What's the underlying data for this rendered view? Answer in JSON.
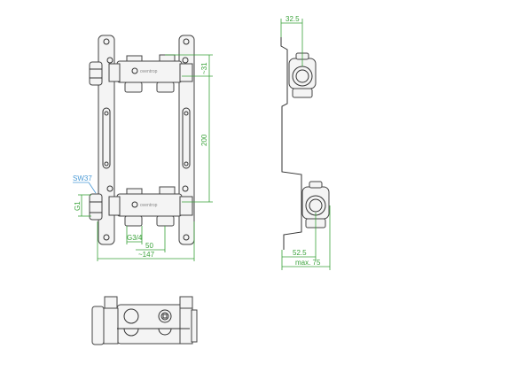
{
  "drawing": {
    "front_view": {
      "brand_logo": "oventrop",
      "dimensions": {
        "outlet_offset": "~31",
        "manifold_spacing": "200",
        "connection_thread": "G1",
        "wrench_size": "SW37",
        "outlet_thread": "G3/4",
        "outlet_pitch": "50",
        "overall_width": "~147"
      }
    },
    "side_view": {
      "dimensions": {
        "top_depth": "32.5",
        "bottom_depth": "52.5",
        "max_depth": "max. 75"
      }
    },
    "colors": {
      "dimension": "#3aa23a",
      "callout": "#4a9ad6",
      "outline": "#333333"
    }
  }
}
